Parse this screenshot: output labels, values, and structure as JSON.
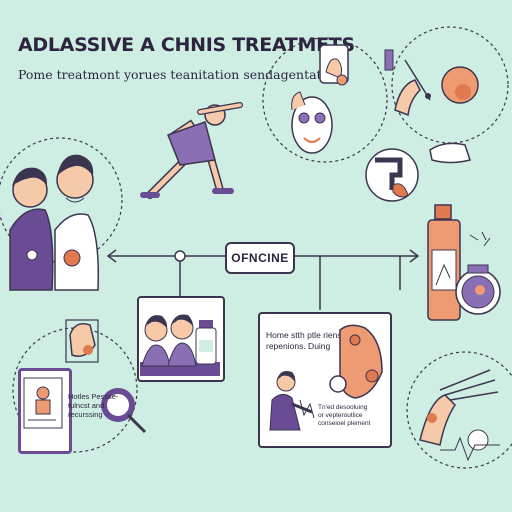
{
  "header": {
    "title": "ADLASSIVE A CHNIS TREATMETS",
    "subtitle": "Pome treatmont yorues teanitation sendagentation"
  },
  "hub": {
    "label": "OFNCINE"
  },
  "cards": {
    "left_card": {
      "lines": [
        "Hotles Pessse-",
        "tulncst and",
        "recurssing"
      ]
    },
    "right_card": {
      "heading": [
        "Home stth ptle riens",
        "repenions. Duing"
      ],
      "note": [
        "Tn'ed desooluing",
        "or vepteroutlice",
        "conseioel plement"
      ]
    }
  },
  "colors": {
    "background": "#cfeee3",
    "accent_purple": "#8a6fb5",
    "accent_orange": "#ee9a72",
    "accent_coral": "#e27a4f",
    "outline": "#3c3550",
    "skin": "#f6c9a8"
  }
}
